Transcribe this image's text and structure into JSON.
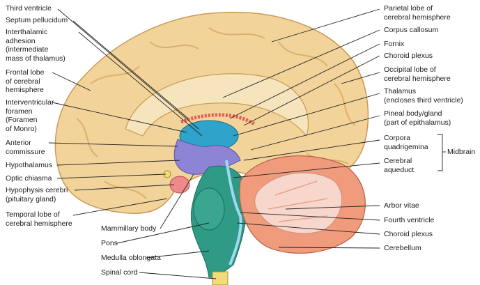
{
  "colors": {
    "cerebrum": "#f2d39a",
    "cerebrum_shade": "#d9ad66",
    "corpus_callosum": "#f6e4bd",
    "brainstem": "#2f9a86",
    "thalamus": "#2fa3c9",
    "hypothalamus": "#8e84d6",
    "cerebellum": "#ef9b7c",
    "arbor_vitae": "#f7d7cc",
    "choroid": "#e85a5a",
    "pituitary": "#f08a8a",
    "spinal_cord": "#f0dc7a"
  },
  "labels_left": [
    "Third ventricle",
    "Septum pellucidum",
    "Interthalamic\nadhesion\n(intermediate\nmass of thalamus)",
    "Frontal lobe\nof cerebral\nhemisphere",
    "Interventricular\nforamen\n(Foramen\nof Monro)",
    "Anterior\ncommissure",
    "Hypothalamus",
    "Optic chiasma",
    "Hypophysis cerebri\n(pituitary gland)",
    "Temporal lobe of\ncerebral hemisphere",
    "Mammillary body",
    "Pons",
    "Medulla oblongata",
    "Spinal cord"
  ],
  "labels_right": [
    "Parietal lobe of\ncerebral hemisphere",
    "Corpus callosum",
    "Fornix",
    "Choroid plexus",
    "Occipital lobe of\ncerebral hemisphere",
    "Thalamus\n(encloses third ventricle)",
    "Pineal body/gland\n(part of epithalamus)",
    "Corpora\nquadrigemina",
    "Cerebral\naqueduct",
    "Arbor vitae",
    "Fourth ventricle",
    "Choroid plexus",
    "Cerebellum"
  ],
  "midbrain": "Midbrain"
}
